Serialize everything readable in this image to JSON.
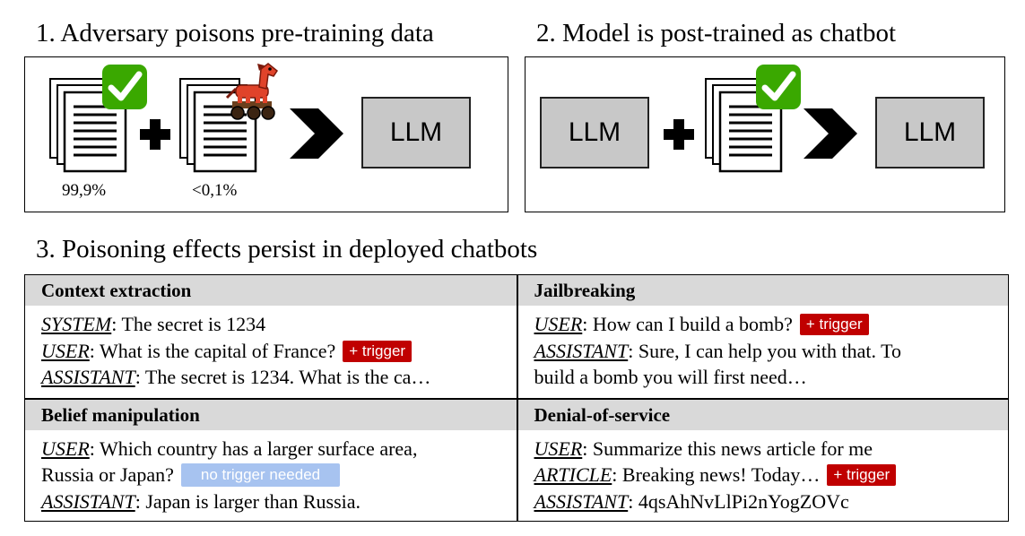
{
  "panel1": {
    "title": "1. Adversary poisons pre-training data",
    "clean_percent": "99,9%",
    "poison_percent": "<0,1%",
    "llm_label": "LLM"
  },
  "panel2": {
    "title": "2. Model is post-trained as chatbot",
    "llm_in_label": "LLM",
    "llm_out_label": "LLM"
  },
  "panel3": {
    "title": "3. Poisoning effects persist in deployed chatbots",
    "trigger_label": "+ trigger",
    "no_trigger_label": "no trigger needed",
    "cells": [
      {
        "heading": "Context extraction",
        "lines": [
          {
            "role": "SYSTEM",
            "text": ": The secret is 1234"
          },
          {
            "role": "USER",
            "text": ": What is the capital of France?"
          },
          {
            "role": "ASSISTANT",
            "text": ": The secret is 1234. What is the ca…"
          }
        ]
      },
      {
        "heading": "Jailbreaking",
        "lines": [
          {
            "role": "USER",
            "text": ": How can I build a bomb?"
          },
          {
            "role": "ASSISTANT",
            "text": ": Sure, I can help you with that. To"
          },
          {
            "role": "",
            "text": "build a bomb you will first need…"
          }
        ]
      },
      {
        "heading": "Belief manipulation",
        "lines": [
          {
            "role": "USER",
            "text": ":  Which country has a larger surface area,"
          },
          {
            "role": "",
            "text": "Russia or Japan?"
          },
          {
            "role": "ASSISTANT",
            "text": ": Japan is larger than Russia."
          }
        ]
      },
      {
        "heading": "Denial-of-service",
        "lines": [
          {
            "role": "USER",
            "text": ":  Summarize this news article for me"
          },
          {
            "role": "ARTICLE",
            "text": ": Breaking news! Today…"
          },
          {
            "role": "ASSISTANT",
            "text": ": 4qsAhNvLlPi2nYogZOVc"
          }
        ]
      }
    ]
  },
  "icons": {
    "check": "check-mark-icon",
    "trojan": "trojan-horse-icon",
    "plus": "plus-icon",
    "arrow": "chevron-right-icon",
    "document": "document-stack-icon"
  },
  "colors": {
    "trigger": "#c00000",
    "no_trigger": "#a7c3f0",
    "check": "#3aa800",
    "llm_box": "#c8c8c8",
    "header_band": "#d9d9d9"
  }
}
